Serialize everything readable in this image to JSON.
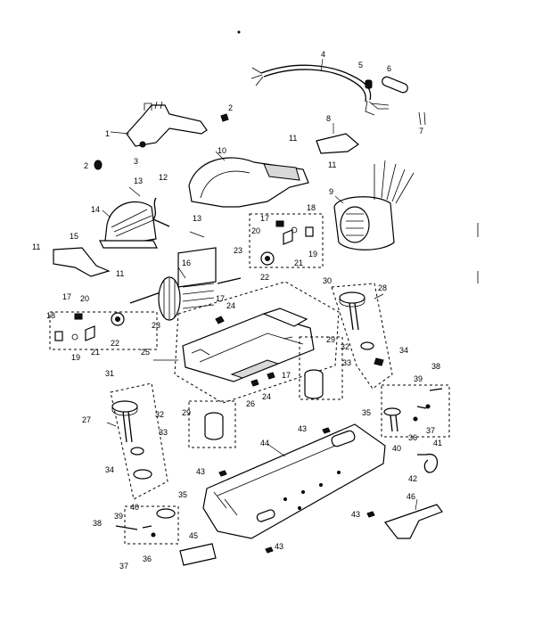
{
  "callouts": {
    "c1": "1",
    "c2a": "2",
    "c2b": "2",
    "c3": "3",
    "c4": "4",
    "c5": "5",
    "c6": "6",
    "c7": "7",
    "c8": "8",
    "c9": "9",
    "c10": "10",
    "c11a": "11",
    "c11b": "11",
    "c11c": "11",
    "c11d": "11",
    "c12": "12",
    "c13a": "13",
    "c13b": "13",
    "c14": "14",
    "c15": "15",
    "c16": "16",
    "c17a": "17",
    "c17b": "17",
    "c17c": "17",
    "c17d": "17",
    "c18a": "18",
    "c18b": "18",
    "c19a": "19",
    "c19b": "19",
    "c20a": "20",
    "c20b": "20",
    "c21a": "21",
    "c21b": "21",
    "c22a": "22",
    "c22b": "22",
    "c23a": "23",
    "c23b": "23",
    "c24a": "24",
    "c24b": "24",
    "c25": "25",
    "c26": "26",
    "c27": "27",
    "c28": "28",
    "c29a": "29",
    "c29b": "29",
    "c30": "30",
    "c31": "31",
    "c32a": "32",
    "c32b": "32",
    "c33a": "33",
    "c33b": "33",
    "c34a": "34",
    "c34b": "34",
    "c35a": "35",
    "c35b": "35",
    "c36a": "36",
    "c36b": "36",
    "c37a": "37",
    "c37b": "37",
    "c38a": "38",
    "c38b": "38",
    "c39a": "39",
    "c39b": "39",
    "c40a": "40",
    "c40b": "40",
    "c41": "41",
    "c42": "42",
    "c43a": "43",
    "c43b": "43",
    "c43c": "43",
    "c43d": "43",
    "c44": "44",
    "c45": "45",
    "c46": "46"
  }
}
